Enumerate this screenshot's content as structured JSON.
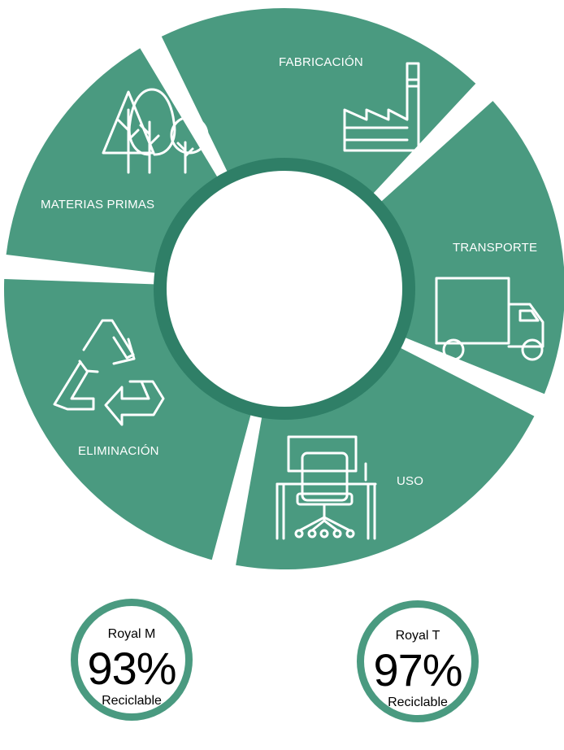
{
  "cycle": {
    "stages": [
      {
        "label": "MATERIAS PRIMAS",
        "icon": "trees-icon"
      },
      {
        "label": "FABRICACIÓN",
        "icon": "factory-icon"
      },
      {
        "label": "TRANSPORTE",
        "icon": "truck-icon"
      },
      {
        "label": "USO",
        "icon": "office-desk-chair-icon"
      },
      {
        "label": "ELIMINACIÓN",
        "icon": "recycle-icon"
      }
    ],
    "colors": {
      "segment": "#4a9a80",
      "inner_ring": "#2f7f67",
      "icon": "#ffffff"
    }
  },
  "products": [
    {
      "name": "Royal M",
      "percent": "93%",
      "caption": "Reciclable"
    },
    {
      "name": "Royal T",
      "percent": "97%",
      "caption": "Reciclable"
    }
  ]
}
